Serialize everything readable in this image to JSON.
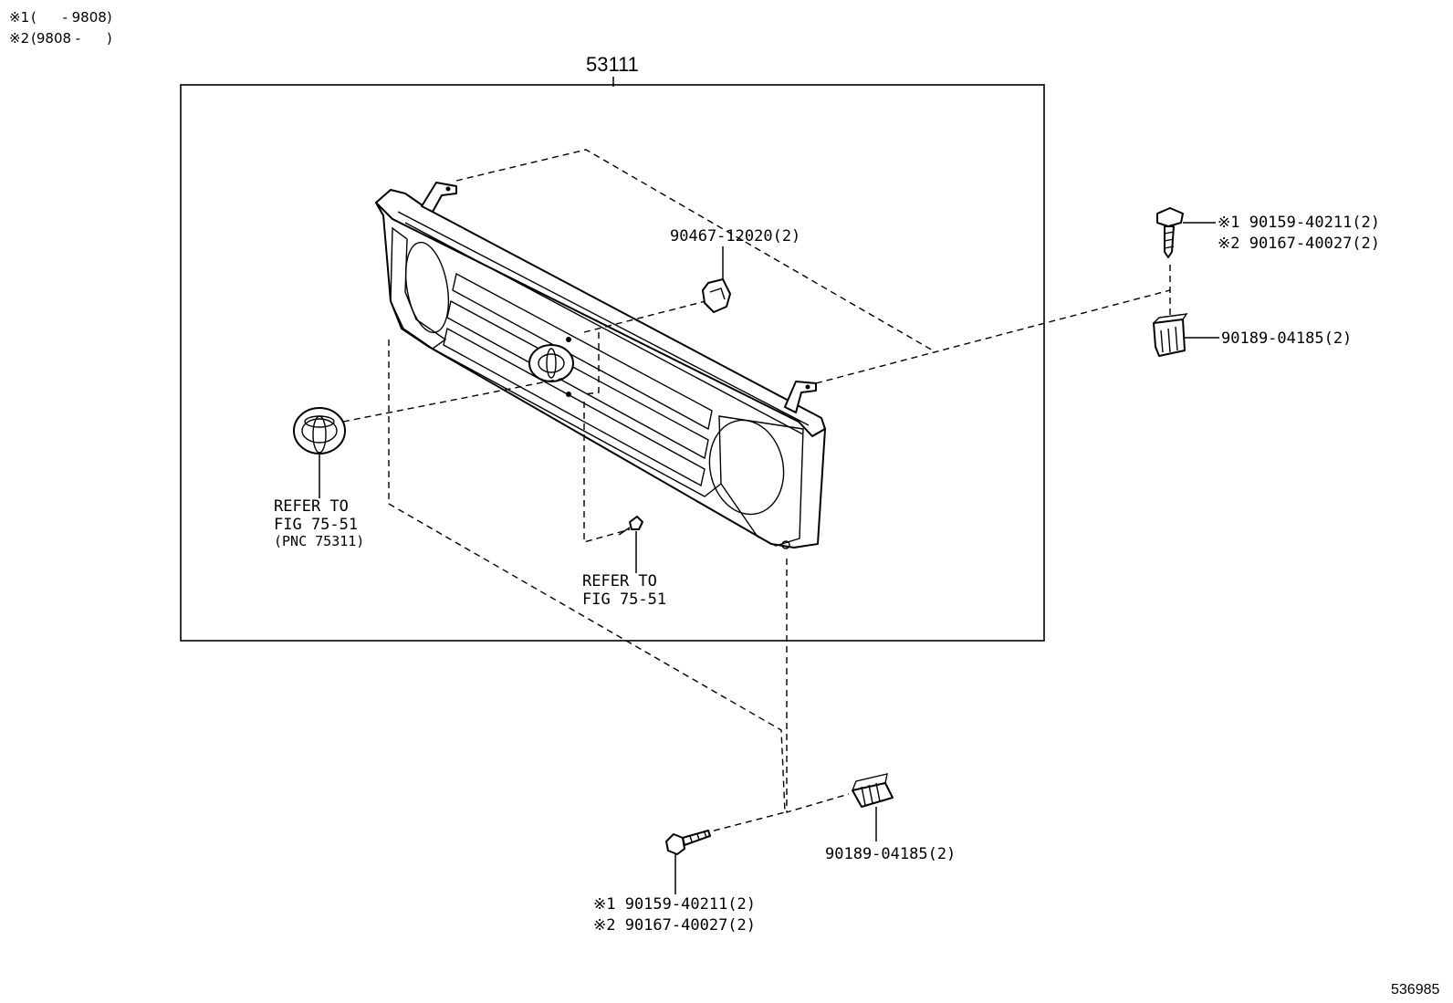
{
  "notes": {
    "note1": {
      "mark": "※1",
      "range": "(      - 9808)"
    },
    "note2": {
      "mark": "※2",
      "range": "(9808 -      )"
    }
  },
  "assembly": {
    "part_no": "53111"
  },
  "parts": {
    "clip": {
      "label": "90467-12020(2)"
    },
    "screw_top": {
      "line1": "※1 90159-40211(2)",
      "line2": "※2 90167-40027(2)"
    },
    "nut_top": {
      "label": "90189-04185(2)"
    },
    "emblem": {
      "line1": "REFER TO",
      "line2": "FIG 75-51",
      "line3": "(PNC 75311)"
    },
    "screw_small": {
      "line1": "REFER TO",
      "line2": "FIG 75-51"
    },
    "nut_bottom": {
      "label": "90189-04185(2)"
    },
    "screw_bottom": {
      "line1": "※1 90159-40211(2)",
      "line2": "※2 90167-40027(2)"
    }
  },
  "diagram_id": "536985"
}
